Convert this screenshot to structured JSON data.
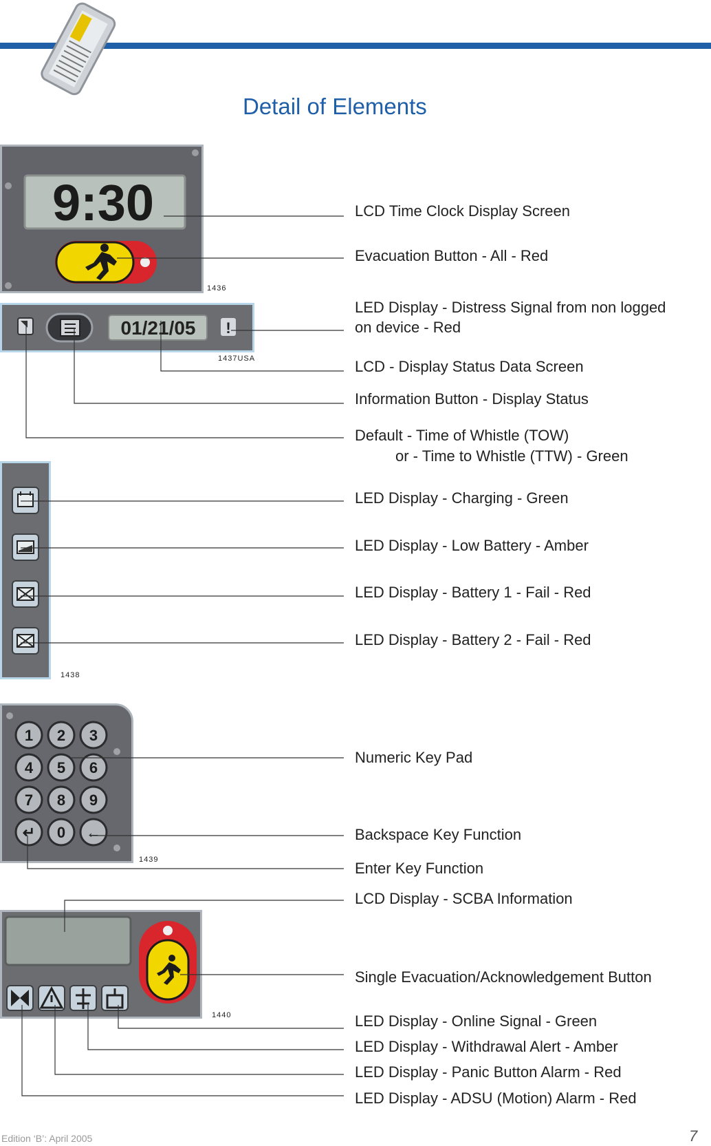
{
  "page": {
    "title": "Detail of Elements",
    "footer_edition": "Edition ‘B’: April 2005",
    "page_number": "7"
  },
  "panels": {
    "clock": {
      "time": "9:30",
      "figure": "1436"
    },
    "status": {
      "date": "01/21/05",
      "alert": "!",
      "figure": "1437USA"
    },
    "battery": {
      "figure": "1438"
    },
    "keypad": {
      "keys": [
        "1",
        "2",
        "3",
        "4",
        "5",
        "6",
        "7",
        "8",
        "9",
        "↵",
        "0",
        "←"
      ],
      "figure": "1439"
    },
    "scba": {
      "figure": "1440"
    }
  },
  "labels": [
    {
      "id": "lcd-time-clock",
      "text": "LCD Time Clock Display Screen"
    },
    {
      "id": "evacuation-button-all",
      "text": "Evacuation Button - All - Red"
    },
    {
      "id": "led-distress-line1",
      "text": "LED Display - Distress Signal from non logged"
    },
    {
      "id": "led-distress-line2",
      "text": "on device - Red"
    },
    {
      "id": "lcd-status-data",
      "text": "LCD - Display Status Data Screen"
    },
    {
      "id": "information-button",
      "text": "Information Button - Display Status"
    },
    {
      "id": "default-tow",
      "text": "Default - Time of Whistle (TOW)"
    },
    {
      "id": "default-ttw",
      "text": "or - Time to Whistle (TTW) - Green"
    },
    {
      "id": "led-charging",
      "text": "LED Display - Charging - Green"
    },
    {
      "id": "led-low-battery",
      "text": "LED Display - Low Battery - Amber"
    },
    {
      "id": "led-battery1-fail",
      "text": "LED Display - Battery 1 - Fail - Red"
    },
    {
      "id": "led-battery2-fail",
      "text": "LED Display - Battery 2 - Fail - Red"
    },
    {
      "id": "numeric-key-pad",
      "text": "Numeric Key Pad"
    },
    {
      "id": "backspace-key",
      "text": "Backspace Key Function"
    },
    {
      "id": "enter-key",
      "text": "Enter Key Function"
    },
    {
      "id": "lcd-scba",
      "text": "LCD Display - SCBA Information"
    },
    {
      "id": "single-evac-button",
      "text": "Single Evacuation/Acknowledgement Button"
    },
    {
      "id": "led-online",
      "text": "LED Display - Online Signal - Green"
    },
    {
      "id": "led-withdrawal",
      "text": "LED Display - Withdrawal Alert - Amber"
    },
    {
      "id": "led-panic",
      "text": "LED Display - Panic Button Alarm - Red"
    },
    {
      "id": "led-adsu",
      "text": "LED Display - ADSU (Motion) Alarm - Red"
    }
  ],
  "colors": {
    "brand_blue": "#1f5fa8",
    "evac_yellow": "#f2d600",
    "evac_red": "#d8262c",
    "lcd_green": "#c9d3c6"
  }
}
